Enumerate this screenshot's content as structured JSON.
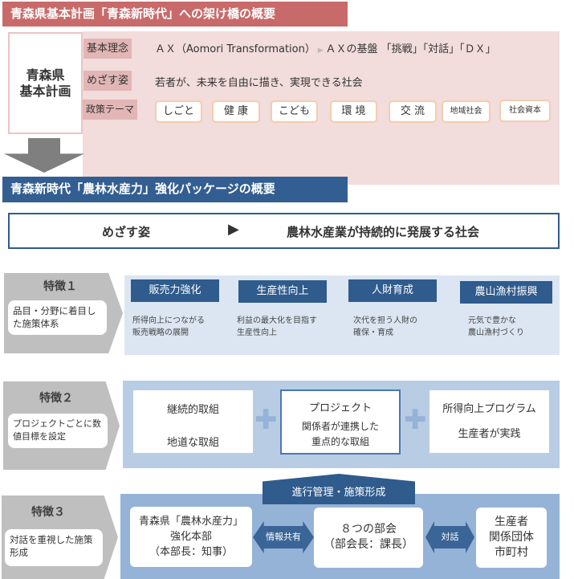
{
  "top": {
    "title": "青森県基本計画「青森新時代」への架け橋の概要",
    "plan_label": "青森県\n基本計画",
    "rows": [
      {
        "label": "基本理念",
        "text": "ＡＸ（Aomori Transformation）",
        "text2": "ＡＸの基盤 「挑戦」「対話」「ＤＸ」"
      },
      {
        "label": "めざす姿",
        "text": "若者が、未来を自由に描き、実現できる社会"
      },
      {
        "label": "政策テーマ"
      }
    ],
    "themes": [
      "しごと",
      "健 康",
      "こども",
      "環 境",
      "交 流",
      "地域社会",
      "社会資本"
    ]
  },
  "package": {
    "title": "青森新時代「農林水産力」強化パッケージの概要",
    "goal_label": "めざす姿",
    "goal_text": "農林水産業が持続的に発展する社会"
  },
  "feature1": {
    "title": "特徴１",
    "desc": "品目・分野に着目した施策体系",
    "items": [
      {
        "tag": "販売力強化",
        "desc": "所得向上につながる\n販売戦略の展開"
      },
      {
        "tag": "生産性向上",
        "desc": "利益の最大化を目指す\n生産性向上"
      },
      {
        "tag": "人財育成",
        "desc": "次代を担う人財の\n確保・育成"
      },
      {
        "tag": "農山漁村振興",
        "desc": "元気で豊かな\n農山漁村づくり"
      }
    ]
  },
  "feature2": {
    "title": "特徴２",
    "desc": "プロジェクトごとに数値目標を設定",
    "boxes": [
      {
        "title": "継続的取組",
        "desc": "地道な取組"
      },
      {
        "title": "プロジェクト",
        "desc": "関係者が連携した\n重点的な取組"
      },
      {
        "title": "所得向上プログラム",
        "desc": "生産者が実践"
      }
    ]
  },
  "feature3": {
    "title": "特徴３",
    "desc": "対話を重視した施策形成",
    "header": "進行管理・施策形成",
    "hq": "青森県「農林水産力」\n強化本部\n（本部長：知事）",
    "share": "情報共有",
    "committee": "８つの部会\n（部会長：課長）",
    "dialog": "対話",
    "partners": "生産者\n関係団体\n市町村"
  }
}
